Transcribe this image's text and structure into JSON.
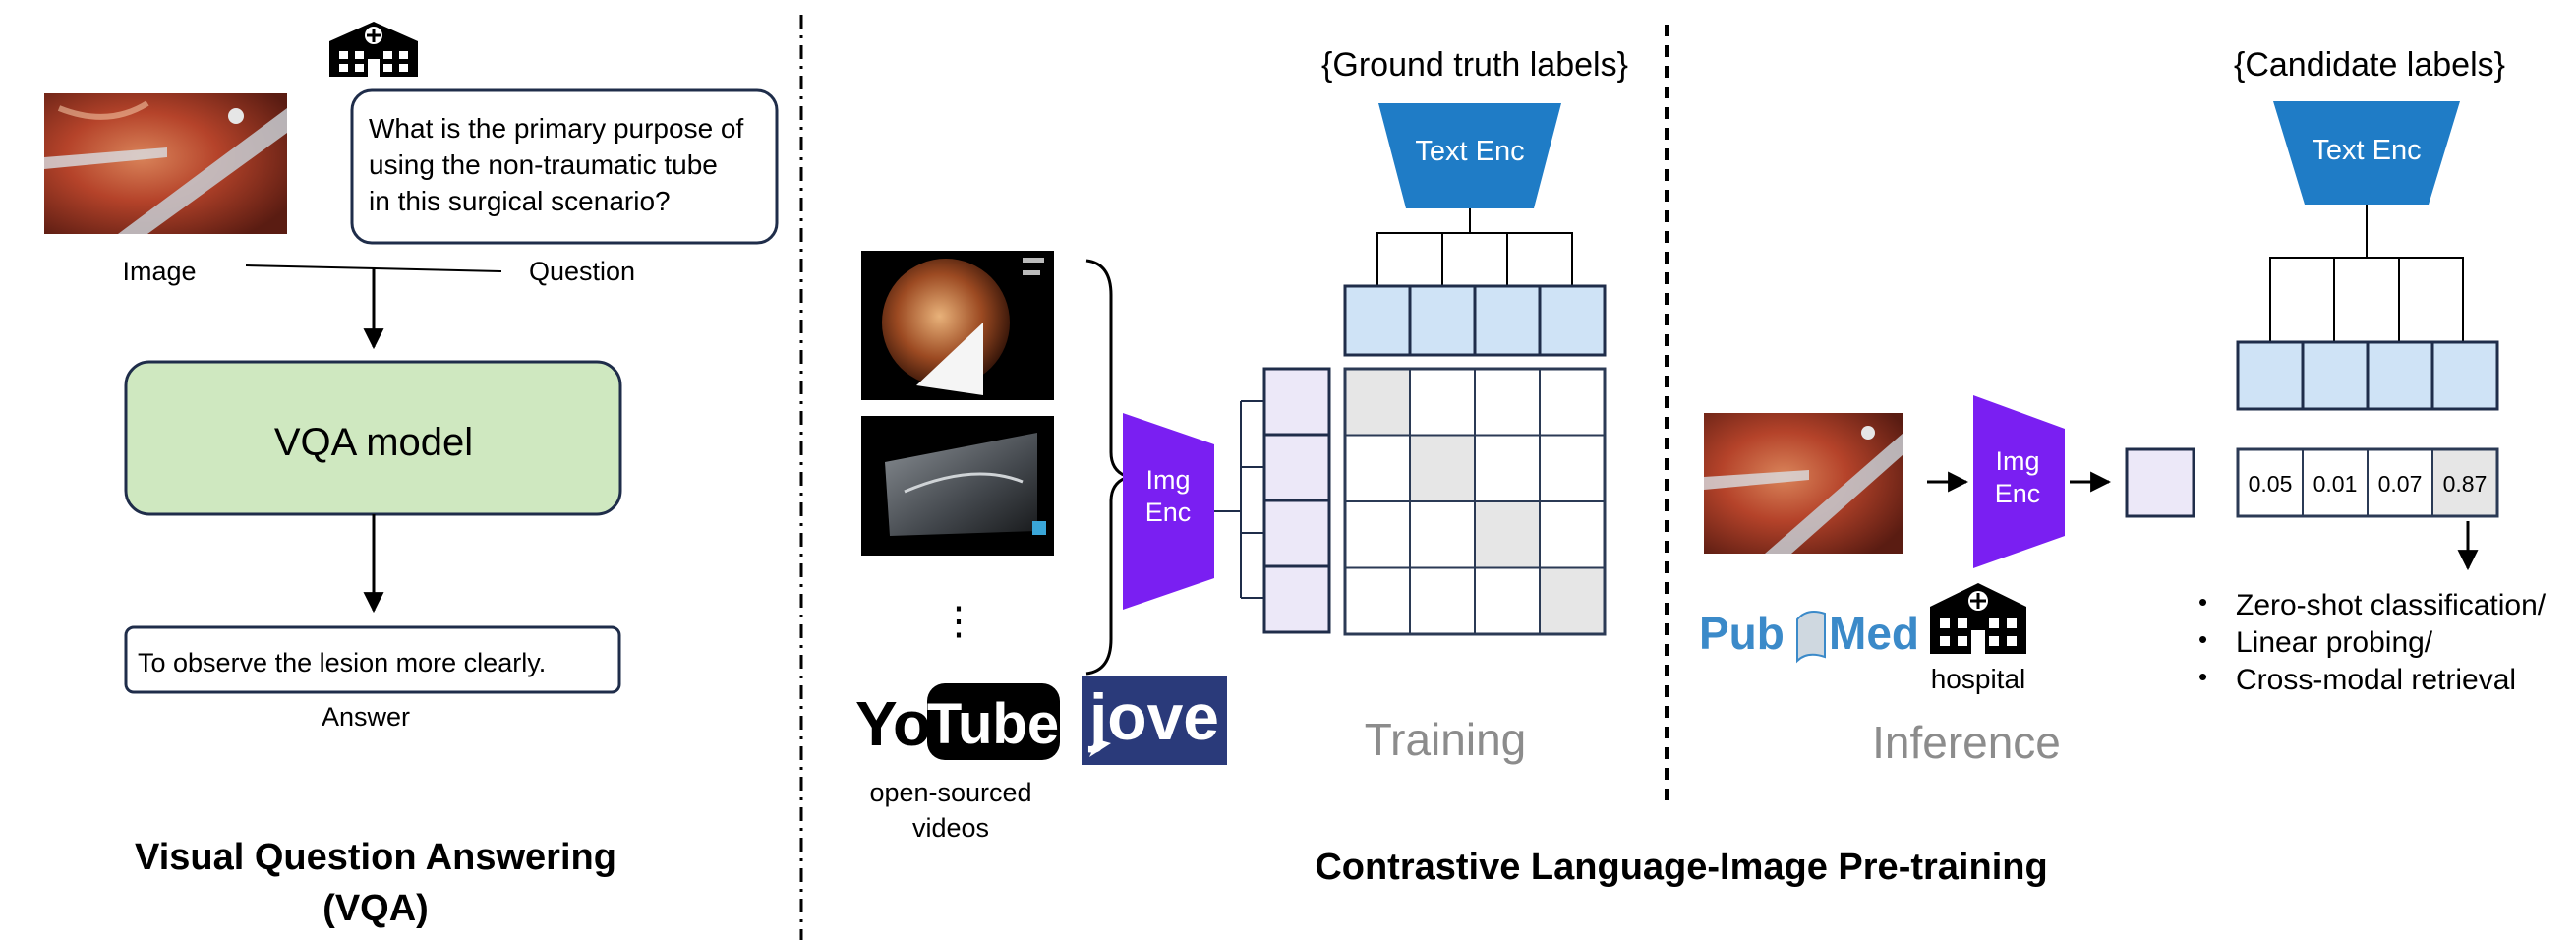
{
  "vqa": {
    "question": [
      "What is the primary purpose of",
      "using the non-traumatic tube",
      "in this surgical scenario?"
    ],
    "image_label": "Image",
    "question_label": "Question",
    "model_label": "VQA model",
    "answer_text": "To observe the lesion more clearly.",
    "answer_label": "Answer",
    "title_line1": "Visual Question Answering",
    "title_line2": "(VQA)"
  },
  "training": {
    "ground_truth_label": "{Ground truth labels}",
    "text_enc_label": "Text Enc",
    "img_enc_label": [
      "Img",
      "Enc"
    ],
    "ellipsis": "⋮",
    "youtube_you": "You",
    "youtube_tube": "Tube",
    "jove_label": "jove",
    "videos_label": [
      "open-sourced",
      "videos"
    ],
    "section_label": "Training"
  },
  "inference": {
    "candidate_label": "{Candidate labels}",
    "text_enc_label": "Text Enc",
    "img_enc_label": [
      "Img",
      "Enc"
    ],
    "scores": [
      "0.05",
      "0.01",
      "0.07",
      "0.87"
    ],
    "pubmed_pub": "Pub",
    "pubmed_med": "Med",
    "hospital_label": "hospital",
    "section_label": "Inference",
    "bullets": [
      "Zero-shot classification/",
      "Linear probing/",
      "Cross-modal retrieval"
    ]
  },
  "clip_title": "Contrastive Language-Image Pre-training",
  "colors": {
    "encoder_blue": "#1f7cc6",
    "encoder_purple": "#7a1ff2",
    "light_blue_cell": "#cfe3f6",
    "lavender_cell": "#ece8f8",
    "grid_border": "#2b3a55",
    "diag_grey": "#e6e6e6",
    "vqa_green": "#cfe8c0",
    "section_grey": "#8c8c8c",
    "pubmed_blue": "#3b8ac9"
  },
  "icons": [
    "hospital-icon",
    "surgical-image",
    "endoscopy-frame",
    "ultrasound-frame",
    "youtube-logo",
    "jove-logo",
    "pubmed-logo"
  ]
}
